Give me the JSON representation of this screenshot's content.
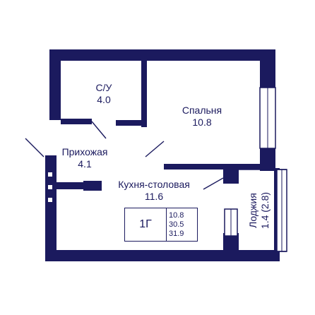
{
  "colors": {
    "wall": "#1b1a5e",
    "window": "#ffffff",
    "background": "#ffffff"
  },
  "rooms": {
    "bathroom": {
      "name": "С/У",
      "area": "4.0"
    },
    "bedroom": {
      "name": "Спальня",
      "area": "10.8"
    },
    "hallway": {
      "name": "Прихожая",
      "area": "4.1"
    },
    "kitchen": {
      "name": "Кухня-столовая",
      "area": "11.6"
    },
    "loggia": {
      "name": "Лоджия",
      "area": "1.4 (2.8)"
    }
  },
  "summary": {
    "type": "1Г",
    "areas": [
      "10.8",
      "30.5",
      "31.9"
    ]
  }
}
